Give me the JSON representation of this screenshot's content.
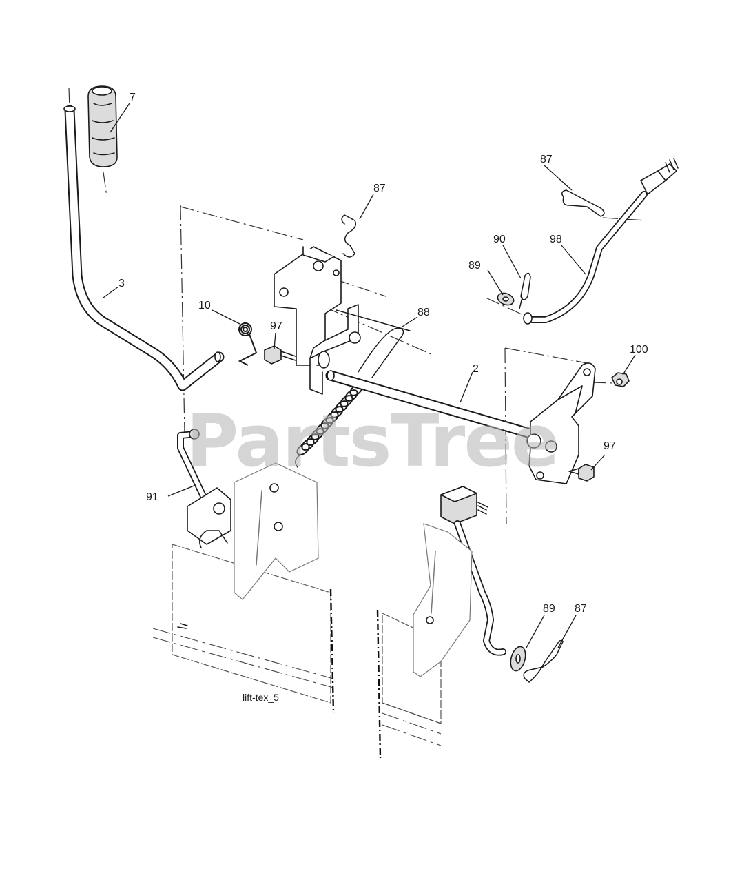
{
  "watermark": "PartsTree",
  "caption": "lift-tex_5",
  "callouts": {
    "c7": "7",
    "c3": "3",
    "c10": "10",
    "c97a": "97",
    "c87a": "87",
    "c88": "88",
    "c2": "2",
    "c87b": "87",
    "c90": "90",
    "c98": "98",
    "c89a": "89",
    "c100": "100",
    "c97b": "97",
    "c91": "91",
    "c89b": "89",
    "c87c": "87"
  },
  "colors": {
    "line": "#1a1a1a",
    "background": "#ffffff",
    "watermark": "#b4b4b4"
  }
}
